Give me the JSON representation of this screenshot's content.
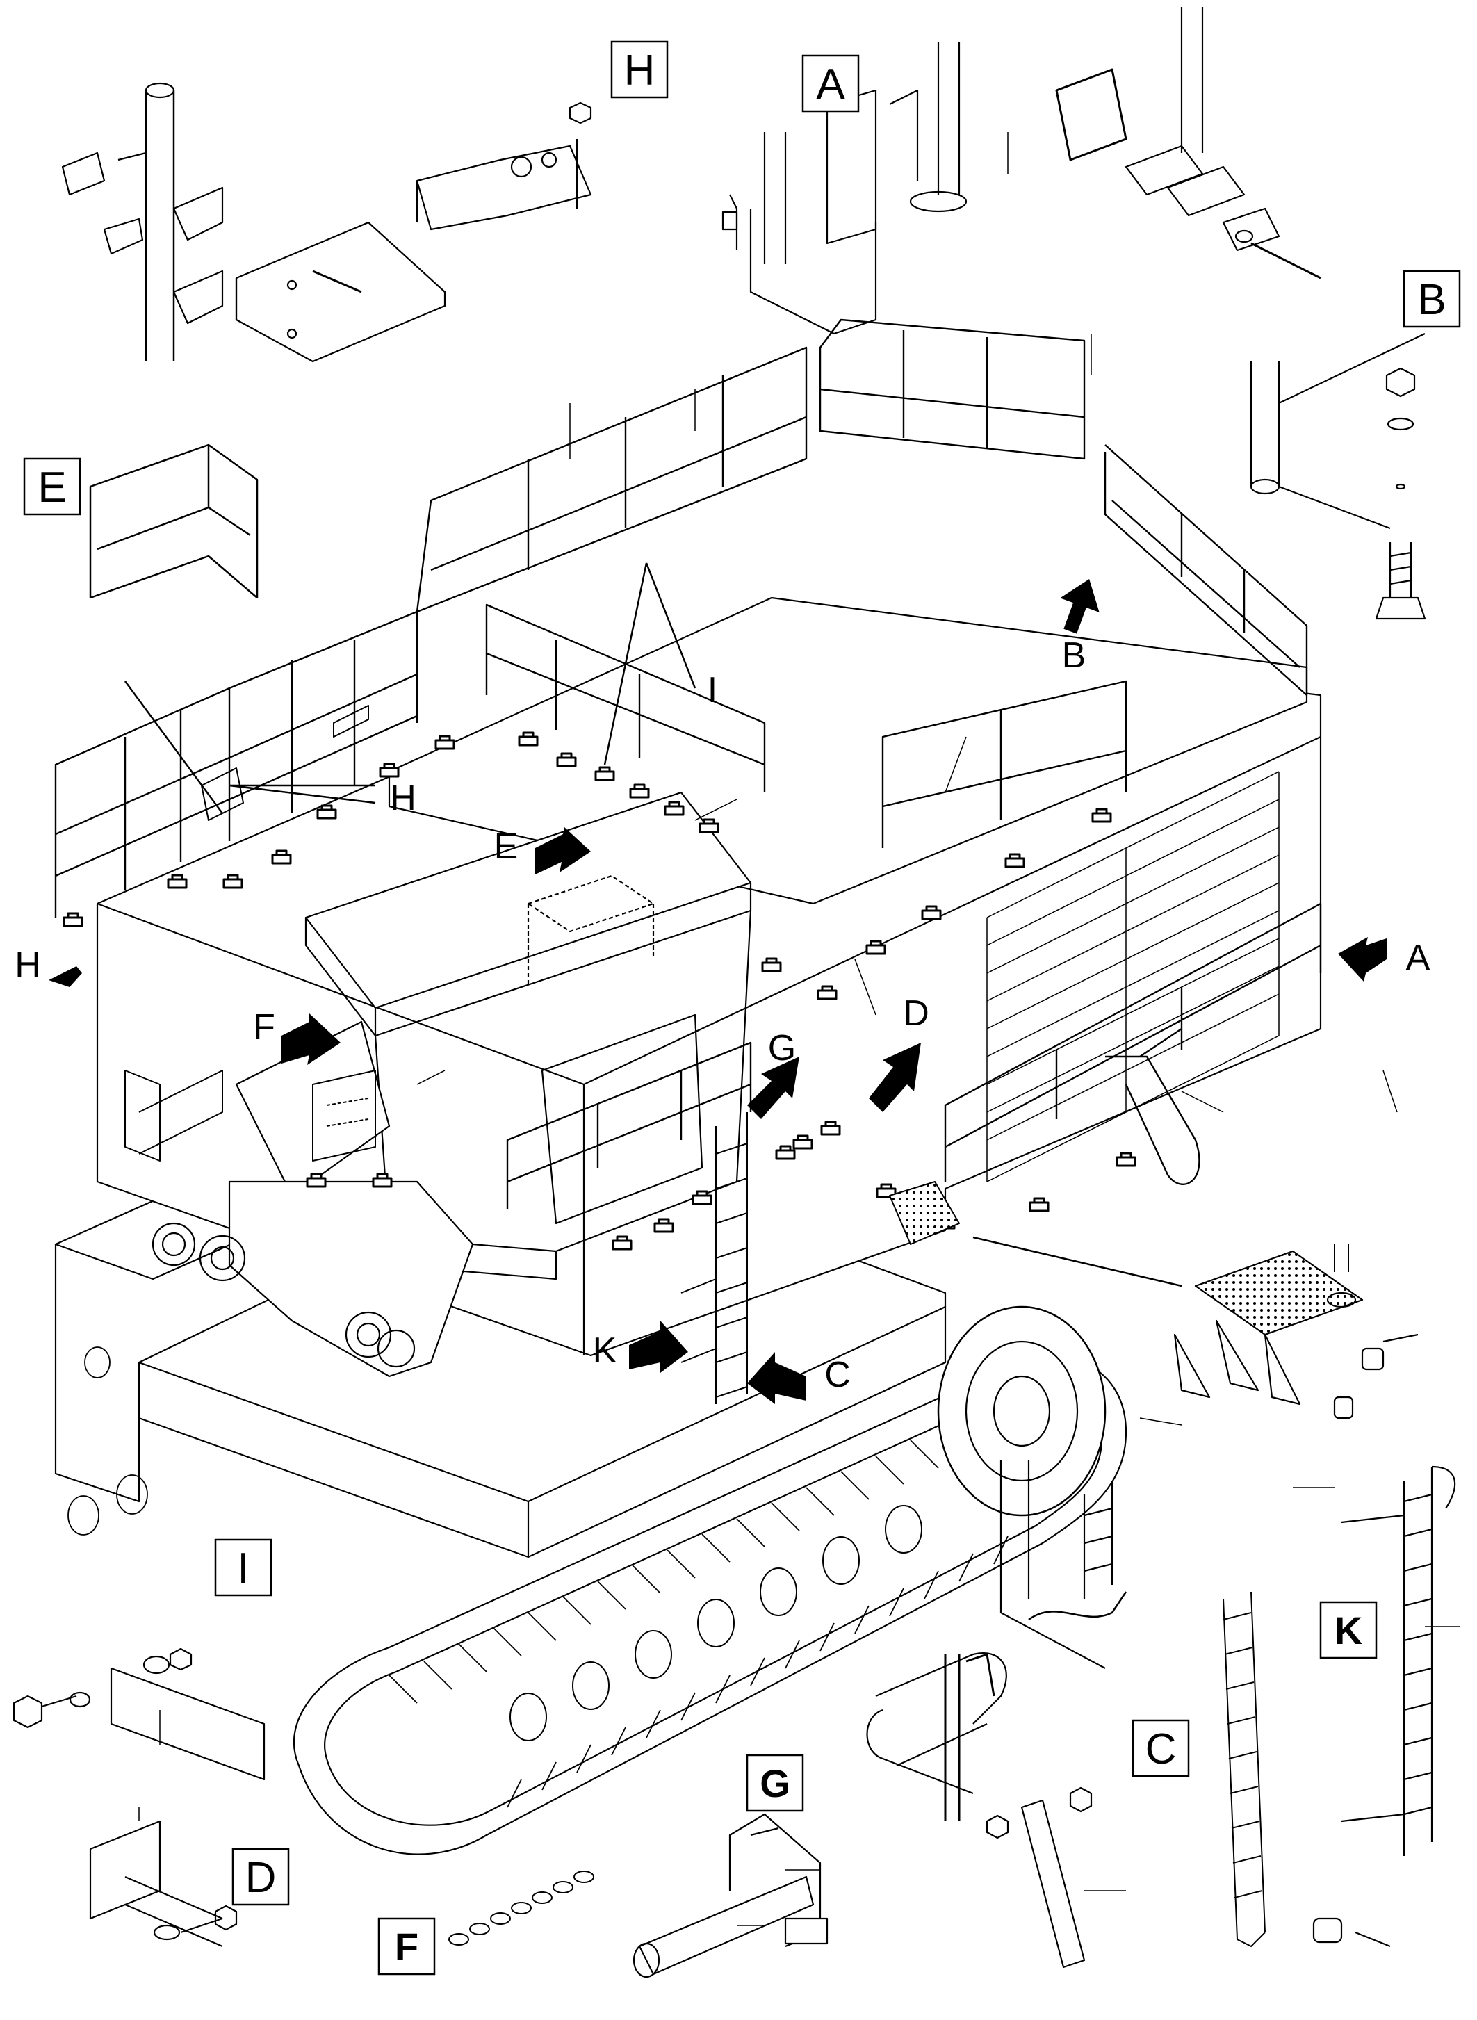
{
  "detail_boxes": [
    {
      "id": "H",
      "label": "H"
    },
    {
      "id": "A",
      "label": "A"
    },
    {
      "id": "B",
      "label": "B"
    },
    {
      "id": "E",
      "label": "E"
    },
    {
      "id": "I",
      "label": "I"
    },
    {
      "id": "K",
      "label": "K"
    },
    {
      "id": "C",
      "label": "C"
    },
    {
      "id": "D",
      "label": "D"
    },
    {
      "id": "G",
      "label": "G"
    },
    {
      "id": "F",
      "label": "F"
    }
  ],
  "callouts": [
    {
      "id": "I",
      "label": "I"
    },
    {
      "id": "B",
      "label": "B"
    },
    {
      "id": "H_right",
      "label": "H"
    },
    {
      "id": "H_left",
      "label": "H"
    },
    {
      "id": "E",
      "label": "E"
    },
    {
      "id": "A",
      "label": "A"
    },
    {
      "id": "F",
      "label": "F"
    },
    {
      "id": "G",
      "label": "G"
    },
    {
      "id": "D",
      "label": "D"
    },
    {
      "id": "K",
      "label": "K"
    },
    {
      "id": "C",
      "label": "C"
    }
  ],
  "colors": {
    "ink": "#000000",
    "paper": "#ffffff",
    "shade": "#c8c8c8"
  }
}
